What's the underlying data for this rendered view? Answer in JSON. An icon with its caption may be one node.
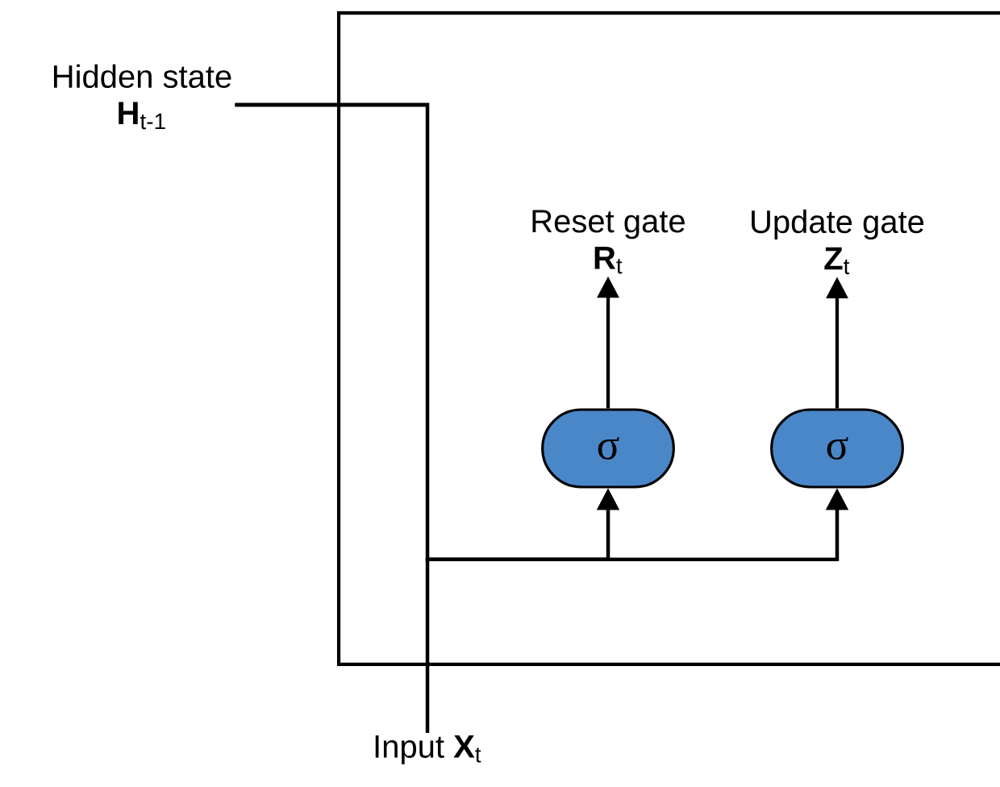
{
  "diagram": {
    "nodes": [
      {
        "text": [
          "Hidden state",
          "**H**$_{t-1}$"
        ]
      },
      {
        "text": [
          "Input **X**$_{t}$"
        ]
      },
      {
        "text": [
          "σ"
        ]
      },
      {
        "text": [
          "σ"
        ]
      },
      {
        "text": [
          "Reset gate",
          "**R**$_{t}$"
        ]
      },
      {
        "text": [
          "Update gate",
          "**Z**$_{t}$"
        ]
      }
    ],
    "edges": [
      {
        "from": 0,
        "to": 2,
        "arrow": "to"
      },
      {
        "from": 0,
        "to": 3,
        "arrow": "to"
      },
      {
        "from": 1,
        "to": 2,
        "arrow": "to"
      },
      {
        "from": 1,
        "to": 3,
        "arrow": "to"
      },
      {
        "from": 2,
        "to": 4,
        "arrow": "to"
      },
      {
        "from": 3,
        "to": 5,
        "arrow": "to"
      }
    ]
  }
}
